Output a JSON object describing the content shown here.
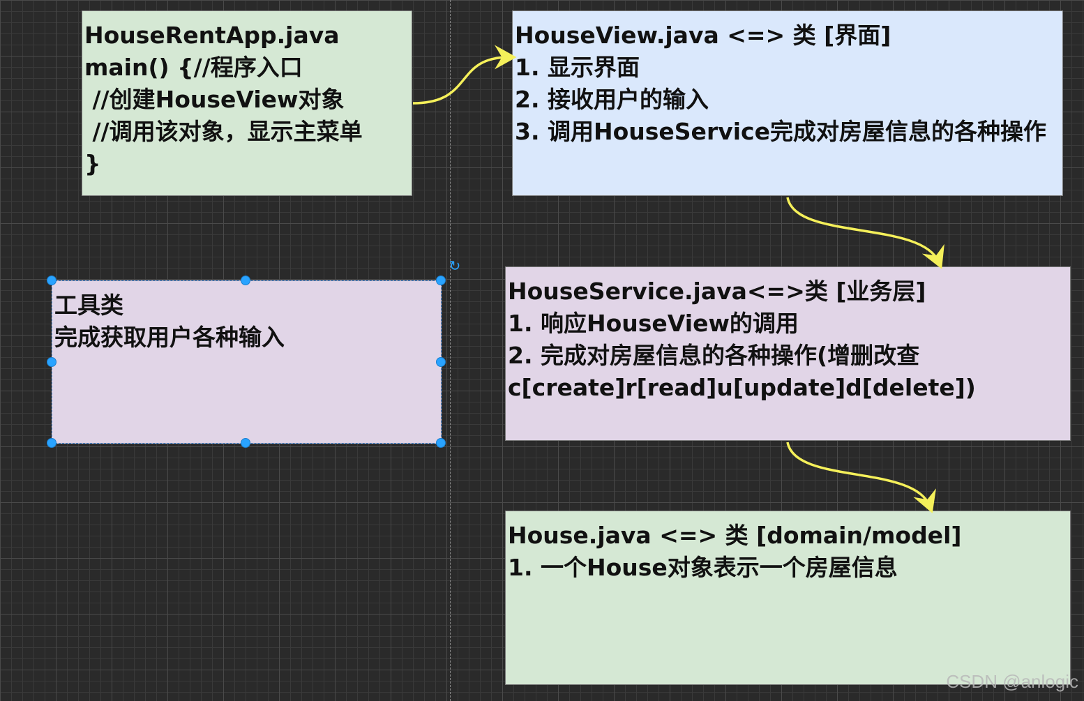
{
  "boxes": {
    "app": {
      "lines": [
        "HouseRentApp.java",
        "main() {//程序入口",
        " //创建HouseView对象",
        " //调用该对象，显示主菜单",
        "}"
      ]
    },
    "view": {
      "lines": [
        "HouseView.java <=> 类 [界面]",
        "1. 显示界面",
        "2. 接收用户的输入",
        "3. 调用HouseService完成对房屋信息的各种操作"
      ]
    },
    "utility": {
      "lines": [
        "工具类",
        "完成获取用户各种输入"
      ]
    },
    "service": {
      "lines": [
        "HouseService.java<=>类 [业务层]",
        "1. 响应HouseView的调用",
        "2. 完成对房屋信息的各种操作(增删改查",
        "c[create]r[read]u[update]d[delete])"
      ]
    },
    "house": {
      "lines": [
        "House.java <=> 类 [domain/model]",
        "1. 一个House对象表示一个房屋信息"
      ]
    }
  },
  "colors": {
    "green": "#d5e8d4",
    "blue": "#dae8fc",
    "purple": "#e1d5e7",
    "arrow": "#f5f05a",
    "selection": "#29a3ff"
  },
  "watermark": "CSDN @anlogic"
}
